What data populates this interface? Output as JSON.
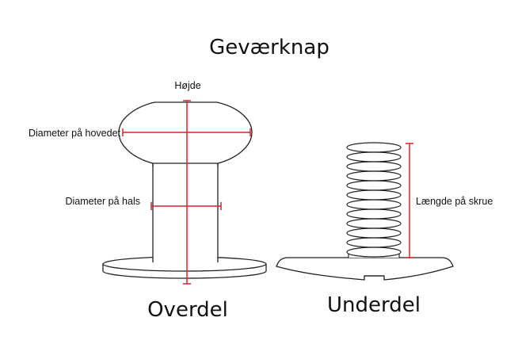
{
  "title": "Geværknap",
  "upper_part": {
    "caption": "Overdel",
    "labels": {
      "height": "Højde",
      "head_diameter": "Diameter på hovedet",
      "neck_diameter": "Diameter på hals"
    }
  },
  "lower_part": {
    "caption": "Underdel",
    "labels": {
      "screw_length": "Længde på skrue"
    }
  },
  "colors": {
    "outline": "#222222",
    "dimension": "#d8232a",
    "background": "#ffffff"
  }
}
